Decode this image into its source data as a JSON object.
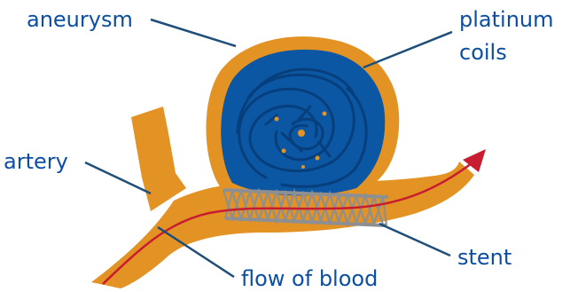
{
  "labels": {
    "aneurysm": "aneurysm",
    "platinum": "platinum",
    "coils": "coils",
    "artery": "artery",
    "stent": "stent",
    "flow": "flow of blood"
  },
  "colors": {
    "artery": "#E39224",
    "coil": "#0B57A4",
    "coil_dark": "#073F7C",
    "stent": "#8D8F91",
    "flow_line": "#C81C30",
    "leader_line": "#1F4E79",
    "label_text": "#0B4EA2"
  }
}
